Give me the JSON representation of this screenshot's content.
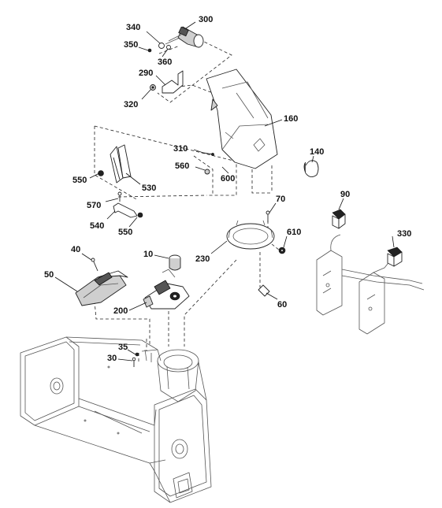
{
  "labels": {
    "p300": "300",
    "p340": "340",
    "p350": "350",
    "p360": "360",
    "p290": "290",
    "p320": "320",
    "p160": "160",
    "p140": "140",
    "p310": "310",
    "p560": "560",
    "p600": "600",
    "p550a": "550",
    "p530": "530",
    "p570": "570",
    "p540": "540",
    "p550b": "550",
    "p70": "70",
    "p610": "610",
    "p230": "230",
    "p90": "90",
    "p330": "330",
    "p40": "40",
    "p10": "10",
    "p50": "50",
    "p200": "200",
    "p60": "60",
    "p35": "35",
    "p30": "30"
  }
}
